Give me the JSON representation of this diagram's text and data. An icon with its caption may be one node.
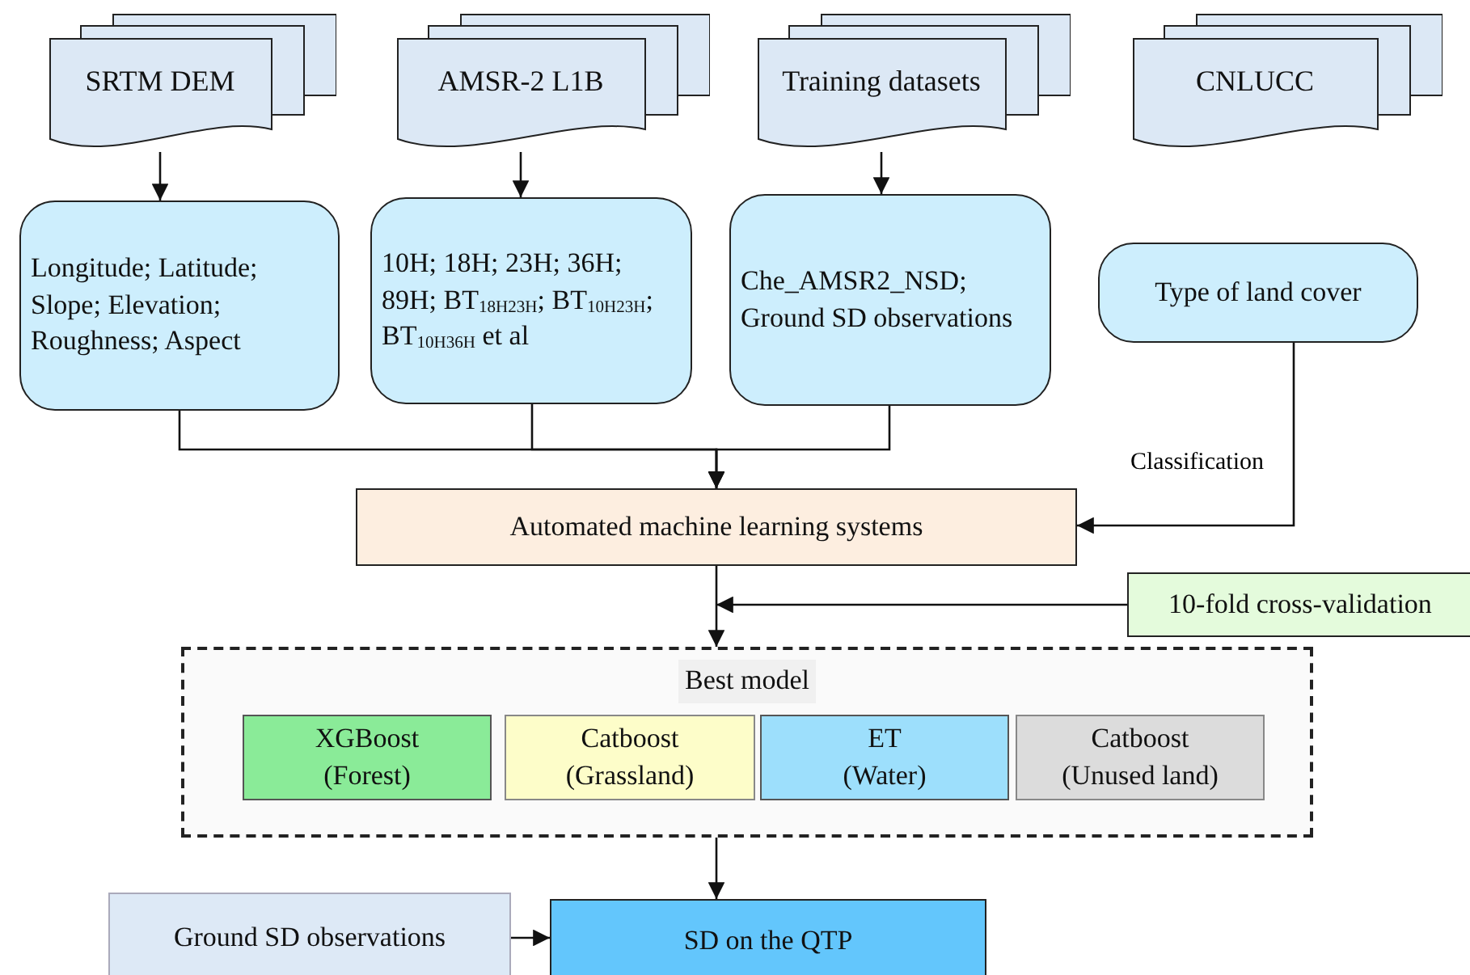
{
  "diagram": {
    "nodes": [
      {
        "text": [
          "SRTM DEM"
        ]
      },
      {
        "text": [
          "AMSR-2 L1B"
        ]
      },
      {
        "text": [
          "Training datasets"
        ]
      },
      {
        "text": [
          "CNLUCC"
        ]
      },
      {
        "text": [
          "Longitude; Latitude; Slope; Elevation; Roughness; Aspect"
        ]
      },
      {
        "text": [
          "10H; 18H; 23H; 36H; 89H; BT$_{18H23H}$; BT$_{10H23H}$; BT$_{10H36H}$ et al"
        ]
      },
      {
        "text": [
          "Che_AMSR2_NSD; Ground SD observations"
        ]
      },
      {
        "text": [
          "Type of land cover"
        ]
      },
      {
        "text": [
          "Automated machine learning systems"
        ]
      },
      {
        "text": [
          "10-fold cross-validation"
        ]
      },
      {
        "text": [
          "Best model"
        ]
      },
      {
        "text": [
          "XGBoost (Forest)"
        ],
        "in": 10
      },
      {
        "text": [
          "Catboost (Grassland)"
        ],
        "in": 10
      },
      {
        "text": [
          "ET (Water)"
        ],
        "in": 10
      },
      {
        "text": [
          "Catboost (Unused land)"
        ],
        "in": 10
      },
      {
        "text": [
          "Ground SD observations"
        ]
      },
      {
        "text": [
          "SD on the QTP"
        ]
      }
    ],
    "edges": [
      {
        "from": 0,
        "to": 4,
        "arrow": "to"
      },
      {
        "from": 1,
        "to": 5,
        "arrow": "to"
      },
      {
        "from": 2,
        "to": 6,
        "arrow": "to"
      },
      {
        "from": 4,
        "to": 8,
        "arrow": "to"
      },
      {
        "from": 5,
        "to": 8,
        "arrow": "to"
      },
      {
        "from": 6,
        "to": 8,
        "arrow": "to"
      },
      {
        "from": 7,
        "to": 8,
        "arrow": "to",
        "label": "Classification"
      },
      {
        "from": 9,
        "to": 8,
        "arrow": "to"
      },
      {
        "from": 8,
        "to": 10,
        "arrow": "to"
      },
      {
        "from": 10,
        "to": 16,
        "arrow": "to"
      },
      {
        "from": 15,
        "to": 16,
        "arrow": "to"
      }
    ]
  }
}
